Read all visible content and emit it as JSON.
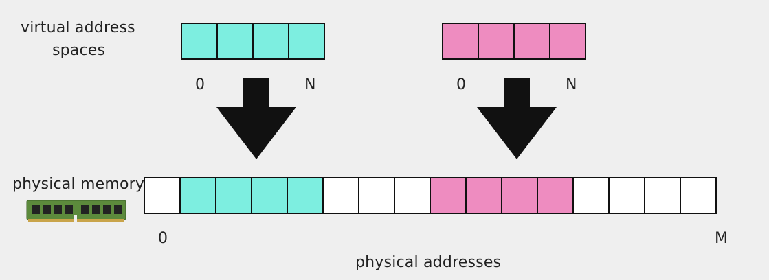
{
  "labels": {
    "virtual_line1": "virtual address",
    "virtual_line2": "spaces",
    "physical_memory": "physical memory",
    "physical_addresses": "physical addresses"
  },
  "colors": {
    "space_a": "#7deee0",
    "space_b": "#ee8cc0",
    "empty": "#ffffff",
    "border": "#111111",
    "arrow": "#111111"
  },
  "virtual_spaces": [
    {
      "name": "a",
      "cells": 4,
      "start_label": "0",
      "end_label": "N"
    },
    {
      "name": "b",
      "cells": 4,
      "start_label": "0",
      "end_label": "N"
    }
  ],
  "physical_memory": {
    "cells": [
      "empty",
      "a",
      "a",
      "a",
      "a",
      "empty",
      "empty",
      "empty",
      "b",
      "b",
      "b",
      "b",
      "empty",
      "empty",
      "empty",
      "empty"
    ],
    "start_label": "0",
    "end_label": "M"
  },
  "icons": [
    "down-arrow-icon",
    "ram-module-icon"
  ]
}
